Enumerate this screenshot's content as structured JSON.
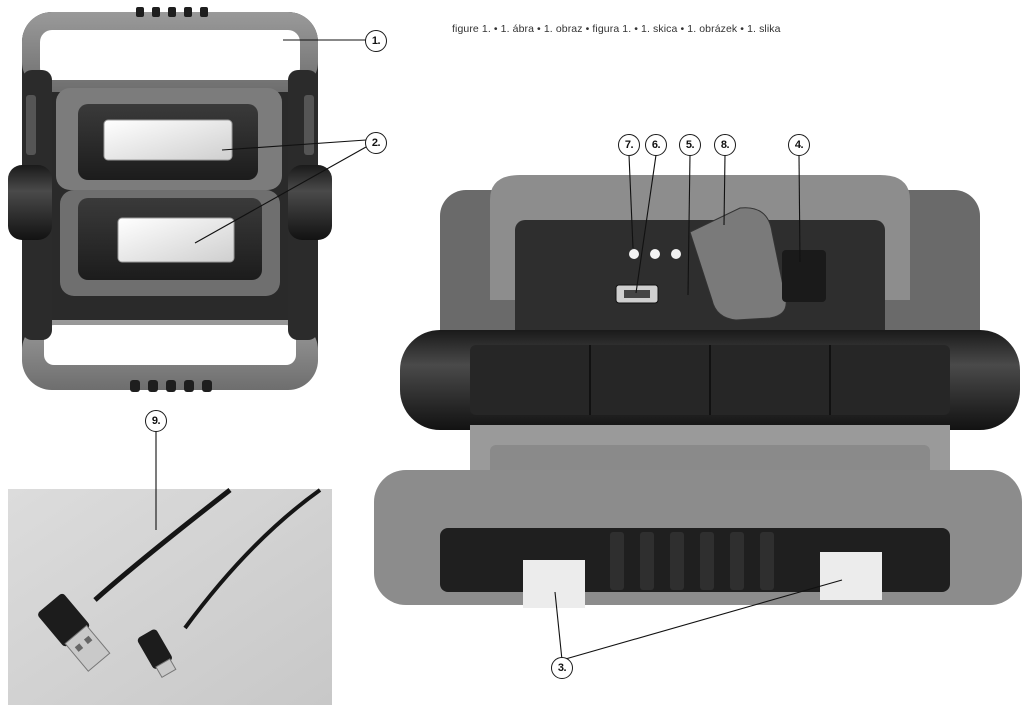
{
  "caption": "figure 1. • 1. ábra • 1. obraz • figura 1. • 1. skica • 1. obrázek • 1. slika",
  "callouts": {
    "c1": "1.",
    "c2": "2.",
    "c3": "3.",
    "c4": "4.",
    "c5": "5.",
    "c6": "6.",
    "c7": "7.",
    "c8": "8.",
    "c9": "9."
  },
  "photos": {
    "front_view": "work-light-front-photo",
    "rear_view": "work-light-rear-photo",
    "cable": "usb-cable-photo"
  }
}
